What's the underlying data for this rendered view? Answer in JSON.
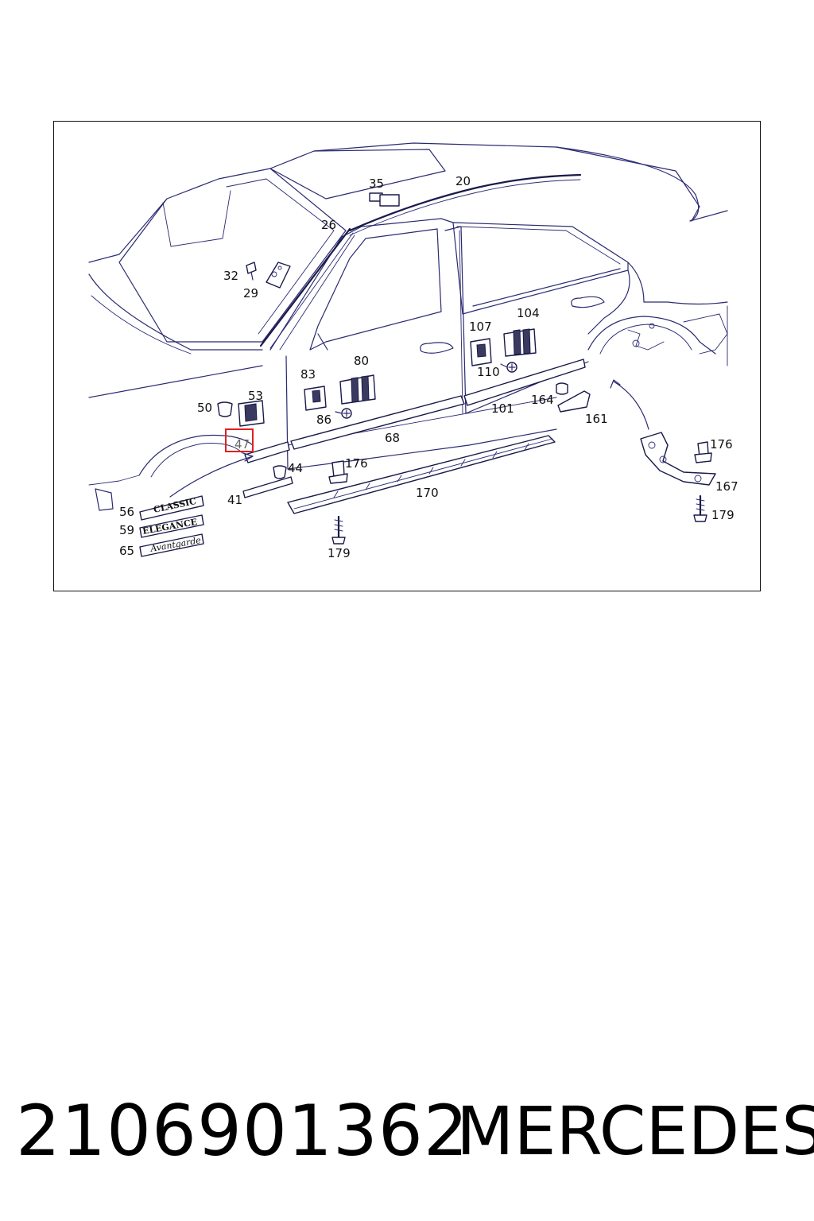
{
  "diagram": {
    "callouts": {
      "c20": "20",
      "c26": "26",
      "c29": "29",
      "c32": "32",
      "c35": "35",
      "c41": "41",
      "c44": "44",
      "c47": "47",
      "c50": "50",
      "c53": "53",
      "c56": "56",
      "c59": "59",
      "c65": "65",
      "c68": "68",
      "c80": "80",
      "c83": "83",
      "c86": "86",
      "c101": "101",
      "c104": "104",
      "c107": "107",
      "c110": "110",
      "c161": "161",
      "c164": "164",
      "c167": "167",
      "c170": "170",
      "c176a": "176",
      "c176b": "176",
      "c179a": "179",
      "c179b": "179"
    },
    "badges": {
      "classic": "CLASSIC",
      "elegance": "ELEGANCE",
      "avantgarde": "Avantgarde"
    },
    "highlighted_part": "47",
    "colors": {
      "line": "#2a2a72",
      "highlight_box": "#e02020"
    }
  },
  "caption": {
    "part_number": "2106901362",
    "brand": "MERCEDES"
  }
}
